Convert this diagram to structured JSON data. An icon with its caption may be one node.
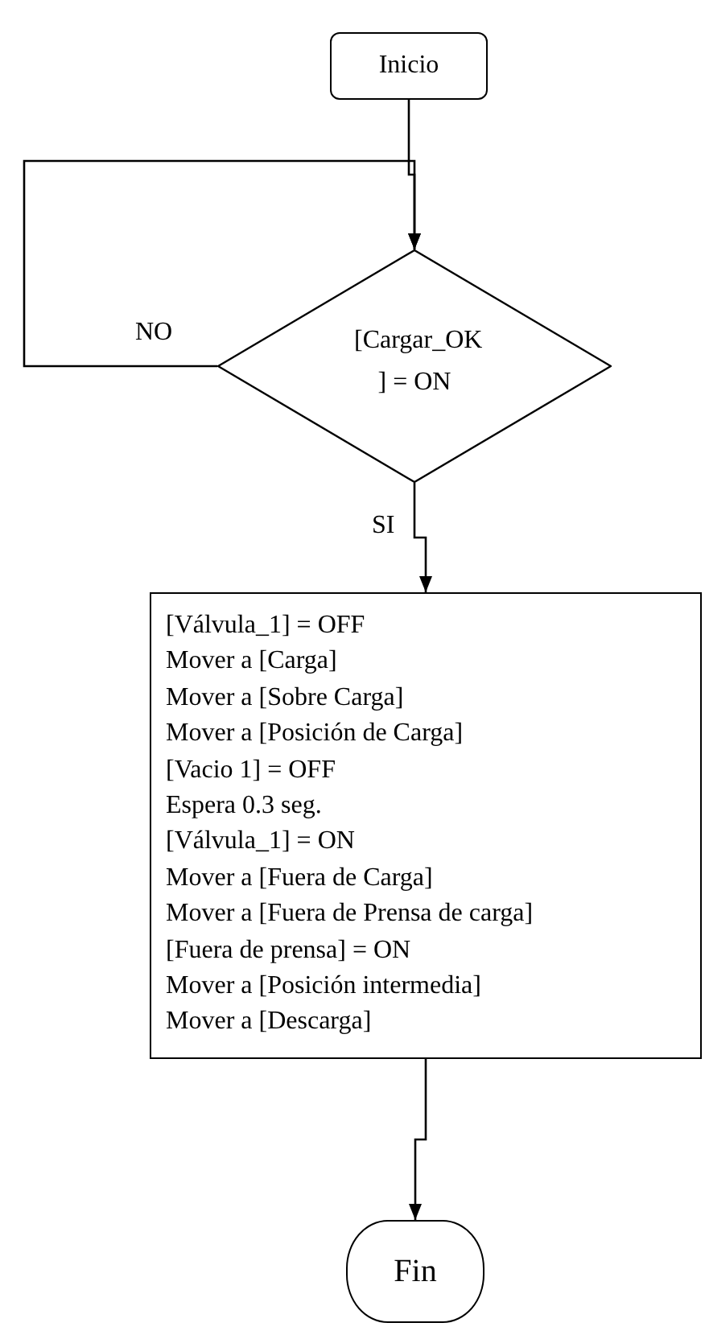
{
  "diagram": {
    "nodes": [
      {
        "text": [
          "Inicio"
        ]
      },
      {
        "text": [
          "[Cargar_OK ] = ON"
        ]
      },
      {
        "text": [
          "[Válvula_1] = OFF",
          "Mover a [Carga]",
          "Mover a [Sobre Carga]",
          "Mover a [Posición de Carga]",
          "[Vacio 1] = OFF",
          "Espera 0.3 seg.",
          "[Válvula_1] = ON",
          "Mover a [Fuera de Carga]",
          "Mover a [Fuera de Prensa de carga]",
          "[Fuera de prensa] = ON",
          "Mover a [Posición intermedia]",
          "Mover a [Descarga]"
        ]
      },
      {
        "text": [
          "Fin"
        ]
      }
    ],
    "edges": [
      {
        "from": 0,
        "to": 1,
        "arrow": "to"
      },
      {
        "from": 1,
        "to": 1,
        "arrow": "to",
        "label": "NO"
      },
      {
        "from": 1,
        "to": 2,
        "arrow": "to",
        "label": "SI"
      },
      {
        "from": 2,
        "to": 3,
        "arrow": "to"
      }
    ]
  }
}
